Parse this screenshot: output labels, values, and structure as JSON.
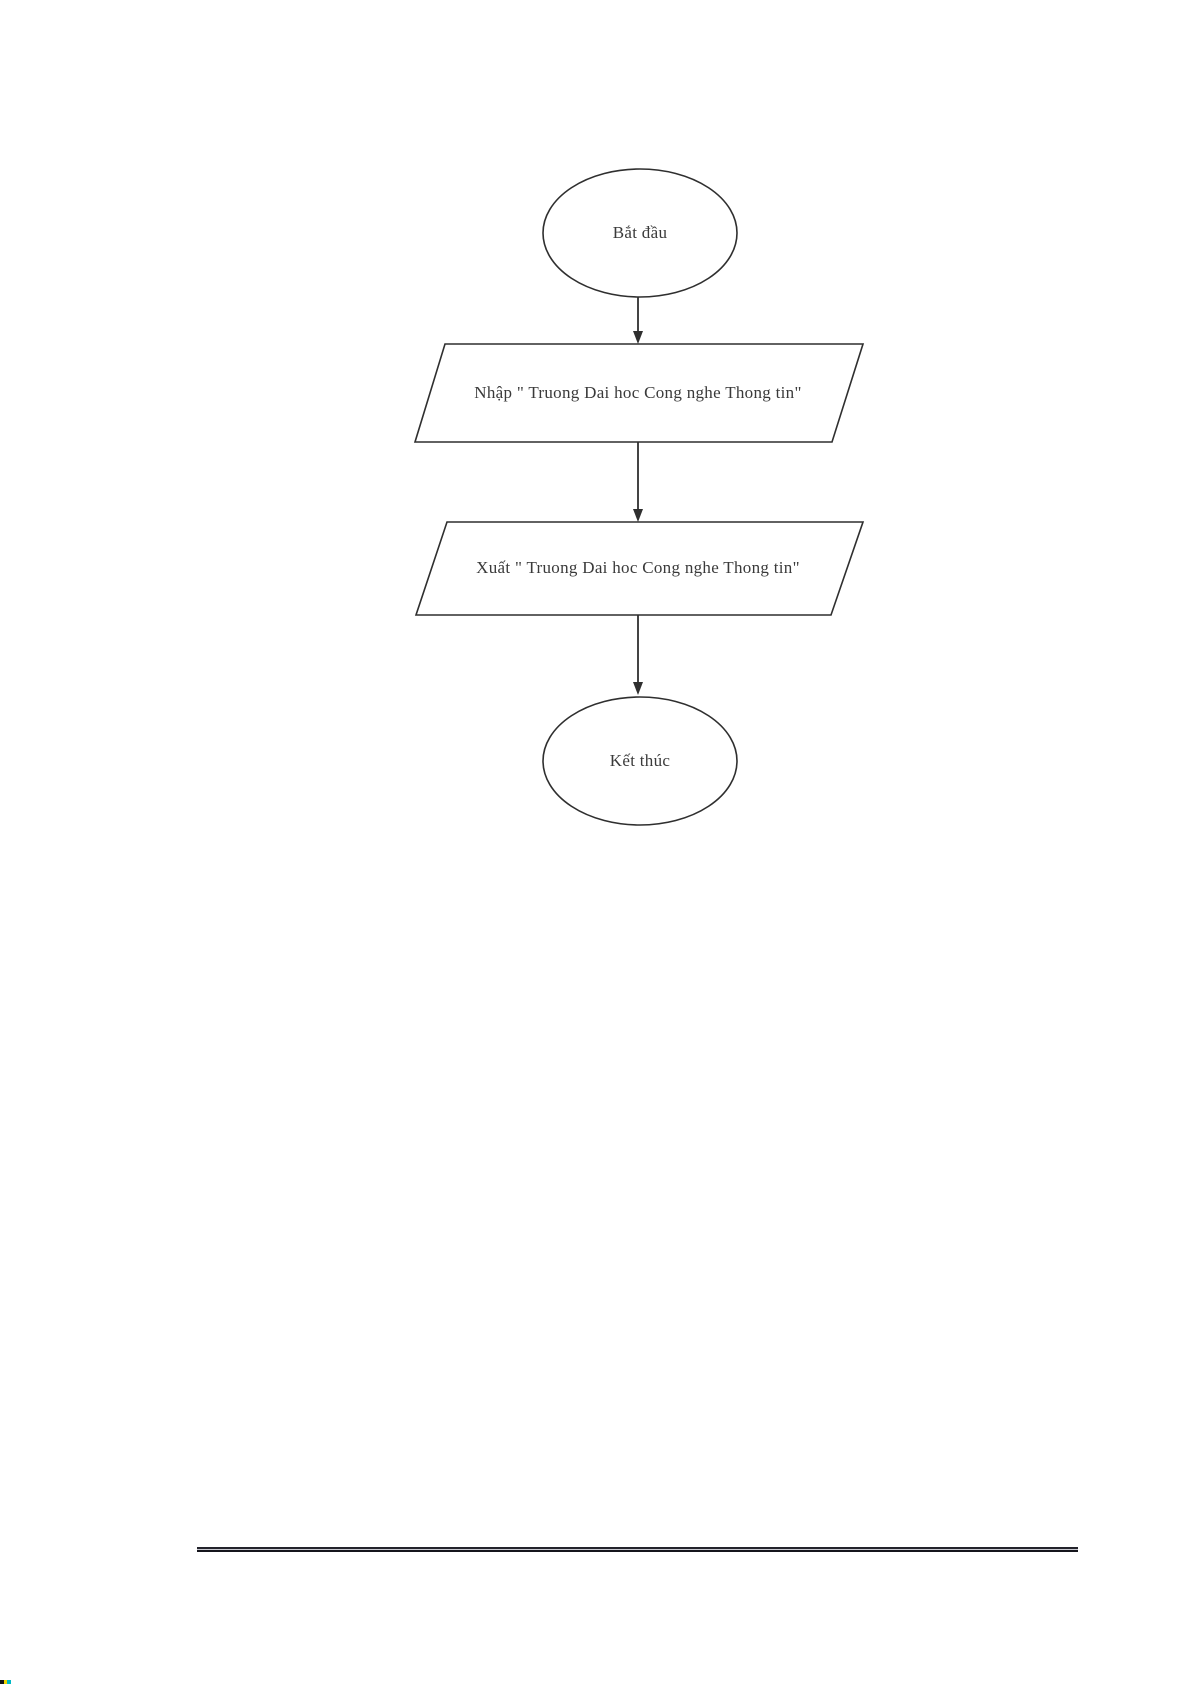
{
  "page": {
    "background_color": "#ffffff",
    "stroke_color": "#2f2f2f",
    "text_color": "#3a3a3a"
  },
  "flowchart": {
    "nodes": [
      {
        "id": "start",
        "type": "ellipse",
        "label": "Bắt đầu"
      },
      {
        "id": "input",
        "type": "parallelogram",
        "label": "Nhập \" Truong Dai hoc Cong nghe Thong tin\""
      },
      {
        "id": "output",
        "type": "parallelogram",
        "label": "Xuất \" Truong Dai hoc Cong nghe Thong tin\""
      },
      {
        "id": "end",
        "type": "ellipse",
        "label": "Kết thúc"
      }
    ],
    "edges": [
      {
        "from": "start",
        "to": "input"
      },
      {
        "from": "input",
        "to": "output"
      },
      {
        "from": "output",
        "to": "end"
      }
    ]
  }
}
